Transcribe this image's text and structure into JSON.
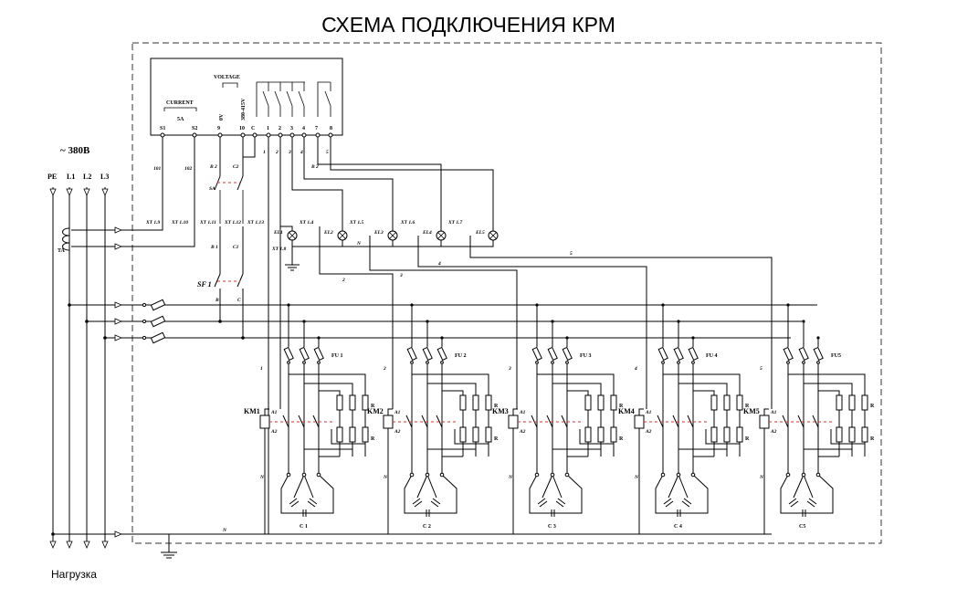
{
  "title": "СХЕМА ПОДКЛЮЧЕНИЯ КРМ",
  "supply": "~ 380В",
  "load": "Нагрузка",
  "phases": [
    "PE",
    "L1",
    "L2",
    "L3"
  ],
  "transformer": "TA",
  "controller": {
    "current_label": "CURRENT",
    "current_rating": "5A",
    "voltage_label": "VOLTAGE",
    "voltage_zero": "0V",
    "voltage_range": "380-415V",
    "terminals": [
      "S1",
      "S2",
      "9",
      "10",
      "C",
      "1",
      "2",
      "3",
      "4",
      "7",
      "8"
    ]
  },
  "wires": {
    "w101": "101",
    "w102": "102",
    "b2": "B 2",
    "c2": "C2",
    "b1": "B 1",
    "c1": "C1",
    "b": "B",
    "c": "C",
    "n": "N",
    "sa": "SA",
    "sf1": "SF 1",
    "nums": [
      "1",
      "2",
      "3",
      "4",
      "5"
    ]
  },
  "terminals_xt": [
    "XT 1.9",
    "XT 1.10",
    "XT 1.11",
    "XT 1.12",
    "XT 1.13",
    "XT 1.4",
    "XT 1.5",
    "XT 1.6",
    "XT 1.7",
    "XT 1.8"
  ],
  "lamps": [
    "EL1",
    "EL2",
    "EL3",
    "EL4",
    "EL5"
  ],
  "steps": [
    {
      "km": "KM1",
      "fu": "FU 1",
      "cap": "C 1",
      "num": "1"
    },
    {
      "km": "KM2",
      "fu": "FU 2",
      "cap": "C 2",
      "num": "2"
    },
    {
      "km": "KM3",
      "fu": "FU 3",
      "cap": "C 3",
      "num": "3"
    },
    {
      "km": "KM4",
      "fu": "FU 4",
      "cap": "C 4",
      "num": "4"
    },
    {
      "km": "KM5",
      "fu": "FU5",
      "cap": "C5",
      "num": "5"
    }
  ],
  "coil_pins": {
    "a1": "A1",
    "a2": "A2"
  },
  "resistor": "R"
}
